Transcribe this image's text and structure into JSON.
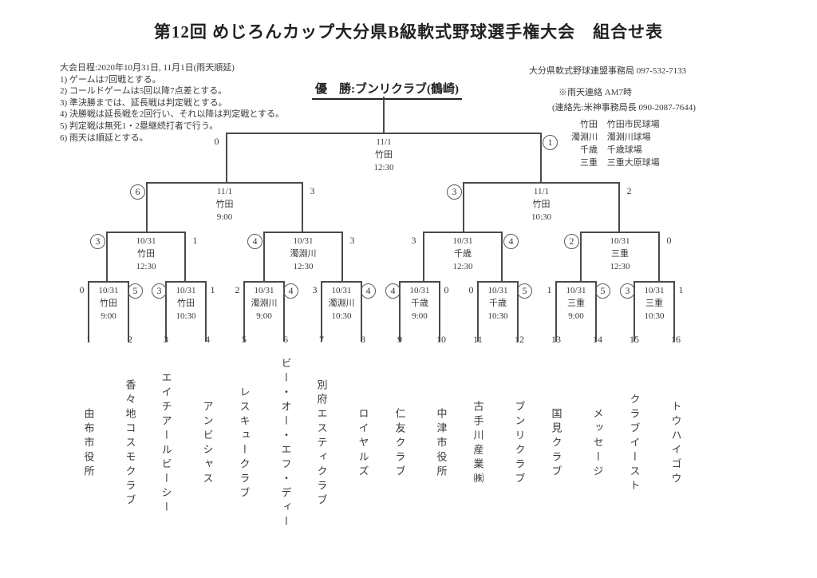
{
  "title": "第12回 めじろんカップ大分県B級軟式野球選手権大会　組合せ表",
  "colors": {
    "ink": "#3a3a3a",
    "paper": "#ffffff"
  },
  "info_left": {
    "schedule": "大会日程:2020年10月31日, 11月1日(雨天順延)",
    "notes": [
      "1) ゲームは7回戦とする。",
      "2) コールドゲームは5回以降7点差とする。",
      "3) 準決勝までは、延長戦は判定戦とする。",
      "4) 決勝戦は延長戦を2回行い、それ以降は判定戦とする。",
      "5) 判定戦は無死1・2塁継続打者で行う。",
      "6) 雨天は順延とする。"
    ]
  },
  "info_right": {
    "office": "大分県軟式野球連盟事務局 097-532-7133",
    "rain_notice": "※雨天連絡 AM7時",
    "contact": "(連絡先:米神事務局長 090-2087-7644)",
    "venues": [
      {
        "abbr": "竹田",
        "name": "竹田市民球場"
      },
      {
        "abbr": "濁淵川",
        "name": "濁淵川球場"
      },
      {
        "abbr": "千歳",
        "name": "千歳球場"
      },
      {
        "abbr": "三重",
        "name": "三重大原球場"
      }
    ]
  },
  "champion": {
    "label": "優　勝:ブンリクラブ(鶴崎)"
  },
  "teams": [
    {
      "no": 1,
      "name": "由布市役所"
    },
    {
      "no": 2,
      "name": "香々地コスモクラブ"
    },
    {
      "no": 3,
      "name": "エイチアールビーシー"
    },
    {
      "no": 4,
      "name": "アンビシャス"
    },
    {
      "no": 5,
      "name": "レスキュークラブ"
    },
    {
      "no": 6,
      "name": "ビー・オー・エフ・ディー"
    },
    {
      "no": 7,
      "name": "別府エスティクラブ"
    },
    {
      "no": 8,
      "name": "ロイヤルズ"
    },
    {
      "no": 9,
      "name": "仁友クラブ"
    },
    {
      "no": 10,
      "name": "中津市役所"
    },
    {
      "no": 11,
      "name": "古手川産業㈱"
    },
    {
      "no": 12,
      "name": "ブンリクラブ"
    },
    {
      "no": 13,
      "name": "国見クラブ"
    },
    {
      "no": 14,
      "name": "メッセージ"
    },
    {
      "no": 15,
      "name": "クラブイースト"
    },
    {
      "no": 16,
      "name": "トウハイゴウ"
    }
  ],
  "bracket": {
    "final": {
      "date": "11/1",
      "venue": "竹田",
      "time": "12:30",
      "left_score": "0",
      "right_score": "1",
      "left_circled": false,
      "right_circled": true
    },
    "semifinals": [
      {
        "date": "11/1",
        "venue": "竹田",
        "time": "9:00",
        "left_score": "6",
        "right_score": "3",
        "left_circled": true,
        "right_circled": false
      },
      {
        "date": "11/1",
        "venue": "竹田",
        "time": "10:30",
        "left_score": "3",
        "right_score": "2",
        "left_circled": true,
        "right_circled": false
      }
    ],
    "quarterfinals": [
      {
        "date": "10/31",
        "venue": "竹田",
        "time": "12:30",
        "left_score": "3",
        "right_score": "1",
        "left_circled": true,
        "right_circled": false
      },
      {
        "date": "10/31",
        "venue": "濁淵川",
        "time": "12:30",
        "left_score": "4",
        "right_score": "3",
        "left_circled": true,
        "right_circled": false
      },
      {
        "date": "10/31",
        "venue": "千歳",
        "time": "12:30",
        "left_score": "3",
        "right_score": "4",
        "left_circled": false,
        "right_circled": true
      },
      {
        "date": "10/31",
        "venue": "三重",
        "time": "12:30",
        "left_score": "2",
        "right_score": "0",
        "left_circled": true,
        "right_circled": false
      }
    ],
    "round1": [
      {
        "date": "10/31",
        "venue": "竹田",
        "time": "9:00",
        "left_score": "0",
        "right_score": "5",
        "left_circled": false,
        "right_circled": true
      },
      {
        "date": "10/31",
        "venue": "竹田",
        "time": "10:30",
        "left_score": "3",
        "right_score": "1",
        "left_circled": true,
        "right_circled": false
      },
      {
        "date": "10/31",
        "venue": "濁淵川",
        "time": "9:00",
        "left_score": "2",
        "right_score": "4",
        "left_circled": false,
        "right_circled": true
      },
      {
        "date": "10/31",
        "venue": "濁淵川",
        "time": "10:30",
        "left_score": "3",
        "right_score": "4",
        "left_circled": false,
        "right_circled": true
      },
      {
        "date": "10/31",
        "venue": "千歳",
        "time": "9:00",
        "left_score": "4",
        "right_score": "0",
        "left_circled": true,
        "right_circled": false
      },
      {
        "date": "10/31",
        "venue": "千歳",
        "time": "10:30",
        "left_score": "0",
        "right_score": "5",
        "left_circled": false,
        "right_circled": true
      },
      {
        "date": "10/31",
        "venue": "三重",
        "time": "9:00",
        "left_score": "1",
        "right_score": "5",
        "left_circled": false,
        "right_circled": true
      },
      {
        "date": "10/31",
        "venue": "三重",
        "time": "10:30",
        "left_score": "3",
        "right_score": "1",
        "left_circled": true,
        "right_circled": false
      }
    ]
  }
}
